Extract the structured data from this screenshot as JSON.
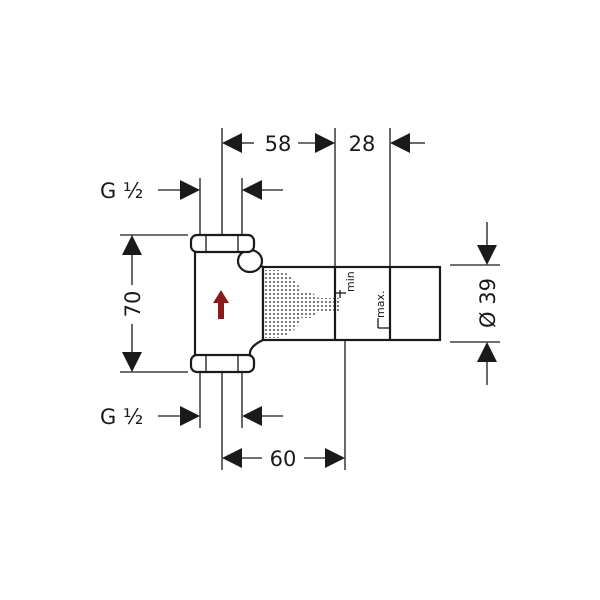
{
  "dimensions": {
    "width_58": "58",
    "width_28": "28",
    "thread_top": "G ½",
    "thread_bottom": "G ½",
    "height_70": "70",
    "diameter_39": "Ø 39",
    "width_60": "60"
  },
  "labels": {
    "min": "min",
    "max": "max."
  },
  "colors": {
    "flow_arrow": "#8b1a1a",
    "line": "#1a1a1a"
  }
}
